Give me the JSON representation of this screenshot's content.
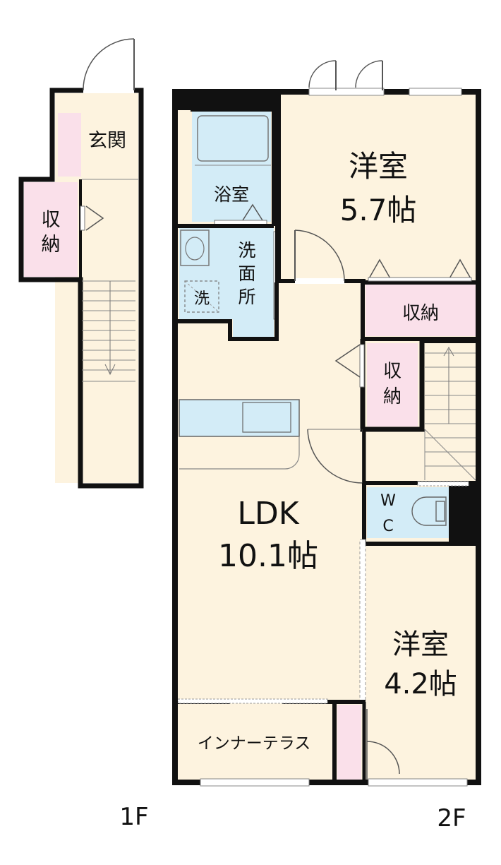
{
  "colors": {
    "wall": "#111111",
    "floor": "#fdf3df",
    "wet": "#d3ecf7",
    "storage": "#fae0ea",
    "line": "#6f6f6f"
  },
  "floors": {
    "first": "1F",
    "second": "2F"
  },
  "rooms": {
    "entrance": "玄関",
    "storage_1f_a": "収",
    "storage_1f_b": "納",
    "bath": "浴室",
    "washroom_a": "洗",
    "washroom_b": "面",
    "washroom_c": "所",
    "washer": "洗",
    "western_large": {
      "name": "洋室",
      "size": "5.7帖"
    },
    "storage_top": "収納",
    "storage_mid_a": "収",
    "storage_mid_b": "納",
    "ldk": {
      "name": "LDK",
      "size": "10.1帖"
    },
    "wc_a": "W",
    "wc_b": "C",
    "western_small": {
      "name": "洋室",
      "size": "4.2帖"
    },
    "inner_terrace": "インナーテラス"
  }
}
